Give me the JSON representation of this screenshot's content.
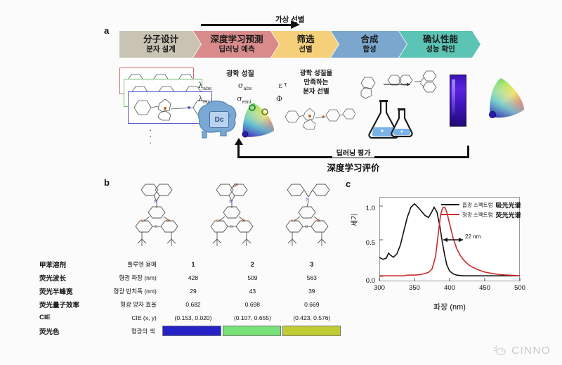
{
  "panels": {
    "a": {
      "letter": "a",
      "steps": [
        {
          "cn": "分子设计",
          "kr": "분자 설계",
          "color": "#c9c3b4",
          "name": "molecular-design"
        },
        {
          "cn": "深度学习预测",
          "kr": "딥러닝 예측",
          "color": "#d98b8b",
          "name": "deep-learning-prediction"
        },
        {
          "cn": "筛选",
          "kr": "선별",
          "color": "#f5cf7a",
          "name": "screening"
        },
        {
          "cn": "合成",
          "kr": "합성",
          "color": "#7ba7cf",
          "name": "synthesis"
        },
        {
          "cn": "确认性能",
          "kr": "성능 확인",
          "color": "#5bc4b4",
          "name": "performance-confirmation"
        }
      ],
      "arrow_label_kr": "가상 선별",
      "optical": {
        "title_kr": "광학 성질",
        "row1": [
          "λabs",
          "σabs",
          "ε"
        ],
        "row2": [
          "λemi",
          "σemi",
          "Φ"
        ],
        "extra": "τ"
      },
      "screening_text_kr": "광학 성질을\n만족하는\n분자 선별",
      "chip_label": "Dc",
      "feedback": {
        "kr": "딥러닝 평가",
        "cn": "深度学习评价"
      },
      "dots": "⋮"
    },
    "b": {
      "letter": "b",
      "columns": [
        "1",
        "2",
        "3"
      ],
      "rows": [
        {
          "cn": "甲苯溶剂",
          "kr": "톨루엔 용매",
          "values": [
            "1",
            "2",
            "3"
          ],
          "name": "row-header-compound"
        },
        {
          "cn": "荧光波长",
          "kr": "형광 파장 (nm)",
          "values": [
            "428",
            "509",
            "563"
          ],
          "name": "row-emission-wavelength"
        },
        {
          "cn": "荧光半峰宽",
          "kr": "형광 반치폭 (nm)",
          "values": [
            "29",
            "43",
            "39"
          ],
          "name": "row-fwhm"
        },
        {
          "cn": "荧光量子效率",
          "kr": "형광 양자 효율",
          "values": [
            "0.682",
            "0.698",
            "0.669"
          ],
          "name": "row-quantum-yield"
        },
        {
          "cn": "CIE",
          "kr": "CIE (x, y)",
          "values": [
            "(0.153, 0.020)",
            "(0.107, 0.655)",
            "(0.423, 0.576)"
          ],
          "name": "row-cie"
        }
      ],
      "color_row": {
        "cn": "荧光색",
        "cn_real": "荧光色",
        "kr": "형광의 색",
        "swatches": [
          "#2622c6",
          "#77e077",
          "#bfcc33"
        ]
      }
    },
    "c": {
      "letter": "c",
      "annotation": "22 nm"
    }
  },
  "chart_data": {
    "type": "line",
    "title": "",
    "xlabel": "파장 (nm)",
    "ylabel": "세기",
    "xlim": [
      300,
      500
    ],
    "ylim": [
      -0.08,
      1.15
    ],
    "xticks": [
      300,
      350,
      400,
      450,
      500
    ],
    "yticks": [
      0.0,
      0.5,
      1.0
    ],
    "ytick_labels": [
      "0.0",
      "0.5",
      "1.0"
    ],
    "grid": false,
    "legend_position": "top-right",
    "annotations": [
      {
        "text": "22 nm",
        "x": 405,
        "y": 0.5
      }
    ],
    "series": [
      {
        "name": "absorption",
        "label_kr": "흡광 스펙트럼",
        "label_cn": "吸光光谱",
        "color": "#111111",
        "x": [
          300,
          305,
          310,
          313,
          316,
          320,
          325,
          330,
          335,
          340,
          345,
          350,
          355,
          360,
          365,
          370,
          374,
          378,
          382,
          386,
          390,
          393,
          396,
          400,
          405,
          410,
          420,
          440,
          470,
          500
        ],
        "y": [
          0.27,
          0.24,
          0.26,
          0.33,
          0.3,
          0.27,
          0.32,
          0.45,
          0.66,
          0.86,
          1.0,
          1.05,
          1.0,
          0.94,
          0.88,
          0.85,
          0.92,
          1.0,
          0.93,
          0.73,
          0.47,
          0.3,
          0.16,
          0.07,
          0.03,
          0.01,
          0.0,
          0.0,
          0.0,
          0.0
        ]
      },
      {
        "name": "emission",
        "label_kr": "형광 스펙트럼",
        "label_cn": "荧光光谱",
        "color": "#cc2b2b",
        "x": [
          300,
          335,
          340,
          350,
          360,
          370,
          375,
          380,
          384,
          387,
          390,
          393,
          396,
          400,
          405,
          410,
          415,
          420,
          425,
          430,
          440,
          450,
          460,
          470,
          480,
          490,
          500
        ],
        "y": [
          0.0,
          0.0,
          0.01,
          0.01,
          0.02,
          0.05,
          0.1,
          0.28,
          0.62,
          0.88,
          0.99,
          1.0,
          0.93,
          0.76,
          0.55,
          0.4,
          0.3,
          0.23,
          0.18,
          0.14,
          0.09,
          0.055,
          0.035,
          0.02,
          0.012,
          0.006,
          0.0
        ]
      }
    ]
  },
  "watermark": {
    "text": "CINNO"
  }
}
